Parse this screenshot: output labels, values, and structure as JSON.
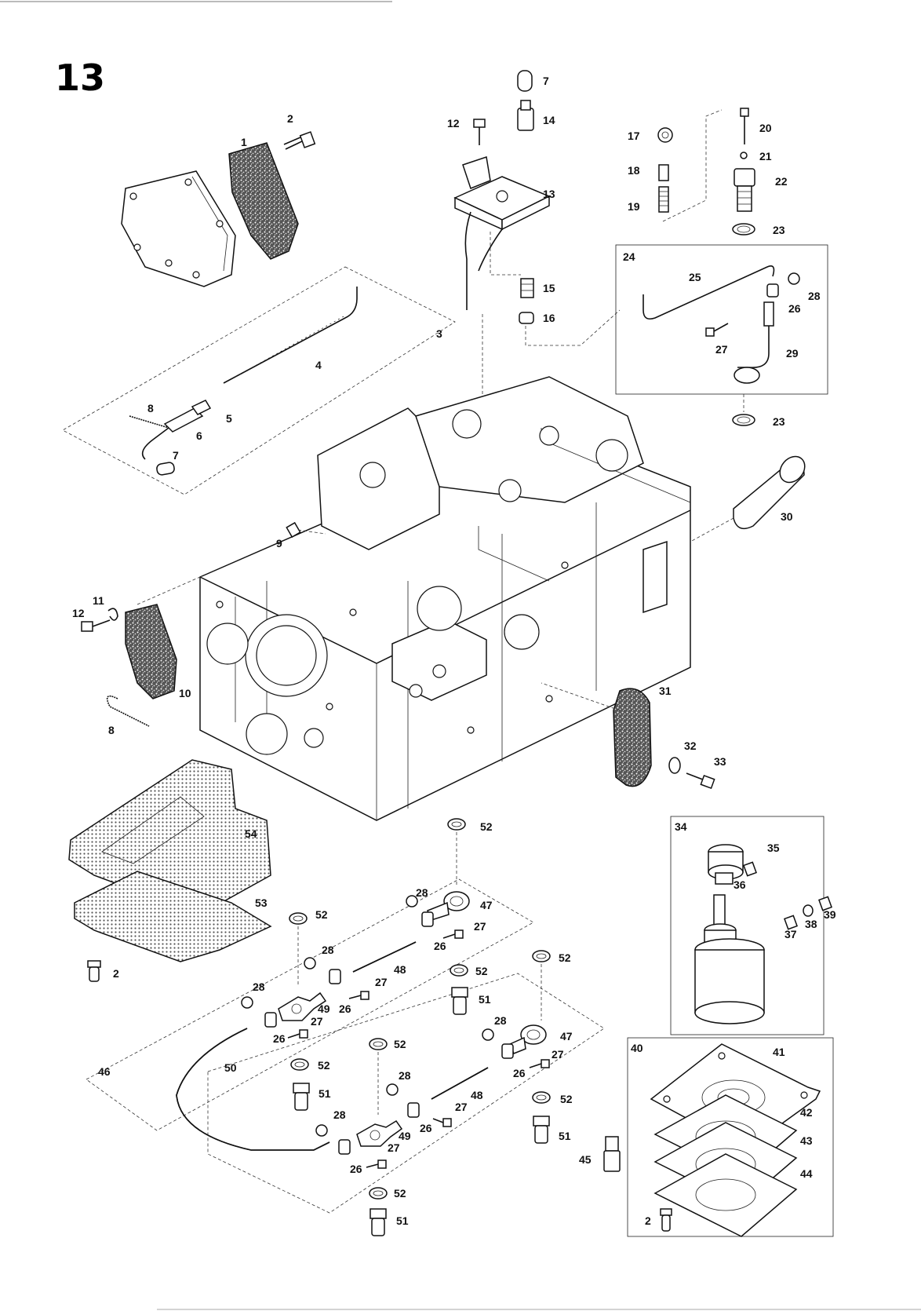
{
  "page_number": "13",
  "callouts": {
    "c1": "1",
    "c2": "2",
    "c3": "3",
    "c4": "4",
    "c5": "5",
    "c6": "6",
    "c7": "7",
    "c8": "8",
    "c7b": "7",
    "c12": "12",
    "c14": "14",
    "c13": "13",
    "c15": "15",
    "c16": "16",
    "c17": "17",
    "c18": "18",
    "c19": "19",
    "c20": "20",
    "c21": "21",
    "c22": "22",
    "c23": "23",
    "c24": "24",
    "c25": "25",
    "c26": "26",
    "c27": "27",
    "c28": "28",
    "c29": "29",
    "c23b": "23",
    "c30": "30",
    "c9": "9",
    "c11": "11",
    "c12b": "12",
    "c10": "10",
    "c8b": "8",
    "c31": "31",
    "c32": "32",
    "c33": "33",
    "c54": "54",
    "c53": "53",
    "c2b": "2",
    "c52a": "52",
    "c28a": "28",
    "c47a": "47",
    "c27a": "27",
    "c26a": "26",
    "c52b": "52",
    "c28b": "28",
    "c48a": "48",
    "c27b": "27",
    "c28c": "28",
    "c49a": "49",
    "c26b": "26",
    "c27c": "27",
    "c26c": "26",
    "c52c": "52",
    "c52d": "52",
    "c51a": "51",
    "c46": "46",
    "c50": "50",
    "c28d": "28",
    "c47b": "47",
    "c27d": "27",
    "c26d": "26",
    "c52e": "52",
    "c52f": "52",
    "c28e": "28",
    "c51b": "51",
    "c48b": "48",
    "c27e": "27",
    "c52g": "52",
    "c28f": "28",
    "c26e": "26",
    "c49b": "49",
    "c27f": "27",
    "c26f": "26",
    "c51c": "51",
    "c52h": "52",
    "c51d": "51",
    "c45": "45",
    "c34": "34",
    "c35": "35",
    "c36": "36",
    "c37": "37",
    "c38": "38",
    "c39": "39",
    "c40": "40",
    "c41": "41",
    "c42": "42",
    "c43": "43",
    "c44": "44",
    "c2c": "2"
  },
  "colors": {
    "ink": "#111111",
    "paper": "#ffffff"
  }
}
